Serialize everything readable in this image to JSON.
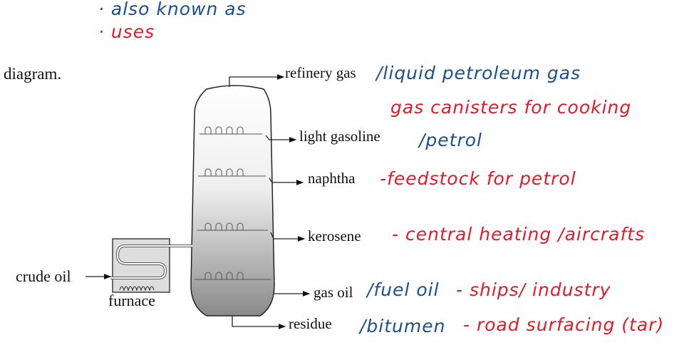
{
  "notes": {
    "legend_known_as": "· also known as",
    "legend_uses": "· uses"
  },
  "intro": "diagram.",
  "inputs": {
    "crude_oil": "crude oil",
    "furnace": "furnace"
  },
  "fractions": [
    {
      "name": "refinery gas",
      "aka": "/liquid petroleum gas",
      "use": "gas canisters for cooking"
    },
    {
      "name": "light gasoline",
      "aka": "/petrol",
      "use": ""
    },
    {
      "name": "naphtha",
      "aka": "",
      "use": "-feedstock for petrol"
    },
    {
      "name": "kerosene",
      "aka": "",
      "use": "- central heating /aircrafts"
    },
    {
      "name": "gas oil",
      "aka": "/fuel oil",
      "use": "- ships/ industry"
    },
    {
      "name": "residue",
      "aka": "/bitumen",
      "use": "- road surfacing (tar)"
    }
  ],
  "colors": {
    "known_as": "#1b4f8a",
    "uses": "#e01b2c"
  }
}
